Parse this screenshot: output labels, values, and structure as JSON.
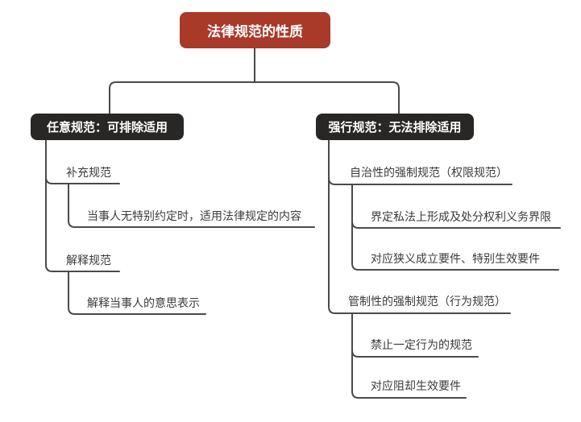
{
  "diagram": {
    "type": "mindmap",
    "root": {
      "label": "法律规范的性质"
    },
    "branches": [
      {
        "label": "任意规范：可排除适用",
        "children": [
          {
            "label": "补充规范",
            "children": [
              {
                "label": "当事人无特别约定时，适用法律规定的内容"
              }
            ]
          },
          {
            "label": "解释规范",
            "children": [
              {
                "label": "解释当事人的意思表示"
              }
            ]
          }
        ]
      },
      {
        "label": "强行规范：无法排除适用",
        "children": [
          {
            "label": "自治性的强制规范（权限规范）",
            "children": [
              {
                "label": "界定私法上形成及处分权利义务界限"
              },
              {
                "label": "对应狭义成立要件、特别生效要件"
              }
            ]
          },
          {
            "label": "管制性的强制规范（行为规范）",
            "children": [
              {
                "label": "禁止一定行为的规范"
              },
              {
                "label": "对应阻却生效要件"
              }
            ]
          }
        ]
      }
    ],
    "colors": {
      "root_bg": "#a93928",
      "branch_bg": "#292725",
      "node_text": "#ffffff",
      "topic_text": "#3b3b3b",
      "line": "#4a4a4a",
      "background": "#ffffff"
    }
  }
}
